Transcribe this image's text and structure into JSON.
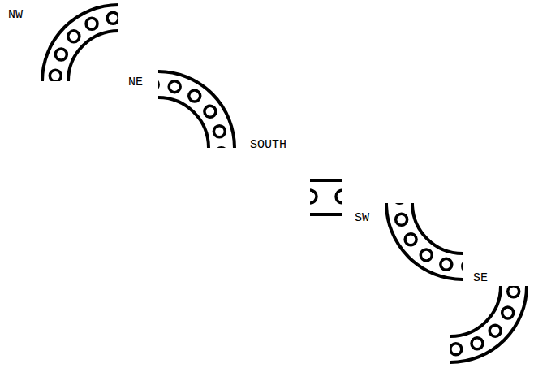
{
  "diagram": {
    "labels": [
      "NW",
      "NE",
      "SOUTH",
      "SW",
      "SE"
    ]
  }
}
